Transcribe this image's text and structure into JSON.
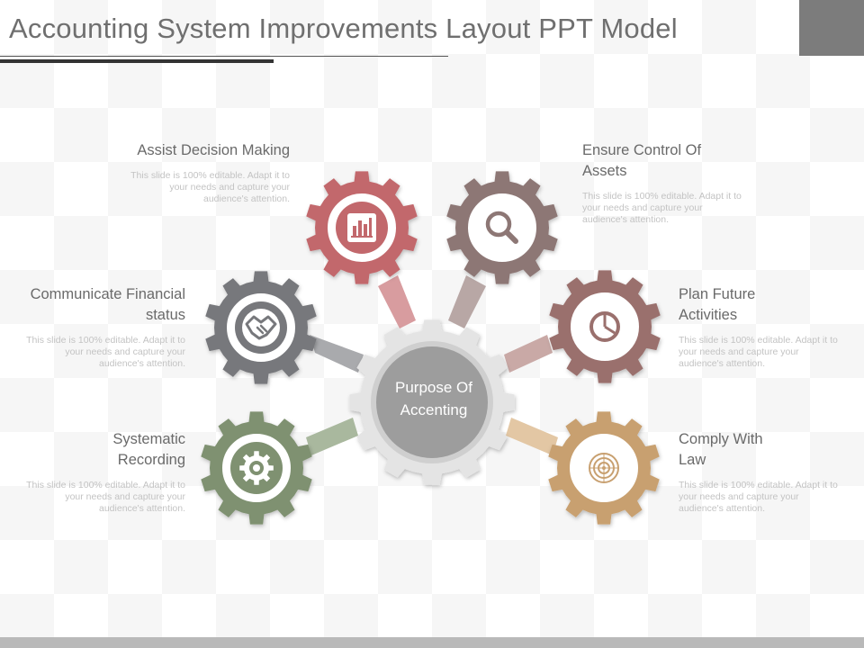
{
  "slide": {
    "title": "Accounting System Improvements Layout PPT Model"
  },
  "hub": {
    "label": "Purpose Of Accenting"
  },
  "items": [
    {
      "head": "Assist Decision Making",
      "body": "This slide is 100% editable. Adapt it to your needs and capture your audience's attention.",
      "color": "#c2686c",
      "icon": "bar-chart-icon"
    },
    {
      "head": "Ensure Control Of Assets",
      "body": "This slide is 100% editable. Adapt it to your needs and capture your audience's attention.",
      "color": "#8d7775",
      "icon": "magnifier-icon"
    },
    {
      "head": "Communicate Financial status",
      "body": "This slide is 100% editable. Adapt it to your needs and capture your audience's attention.",
      "color": "#77787c",
      "icon": "handshake-icon"
    },
    {
      "head": "Plan Future Activities",
      "body": "This slide is 100% editable. Adapt it to your needs and capture your audience's attention.",
      "color": "#9a706d",
      "icon": "pie-chart-icon"
    },
    {
      "head": "Systematic Recording",
      "body": "This slide is 100% editable. Adapt it to your needs and capture your audience's attention.",
      "color": "#7f9171",
      "icon": "gear-icon"
    },
    {
      "head": "Comply With Law",
      "body": "This slide is 100% editable. Adapt it to your needs and capture your audience's attention.",
      "color": "#c8a070",
      "icon": "target-icon"
    }
  ]
}
